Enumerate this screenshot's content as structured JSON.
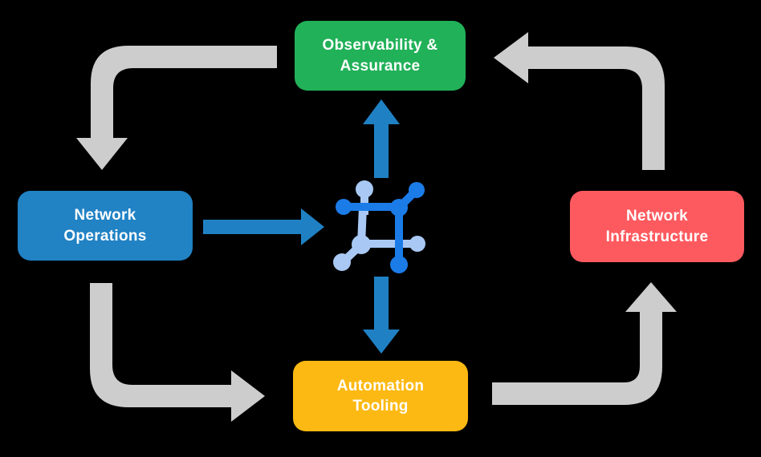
{
  "diagram": {
    "type": "cycle-flow-diagram",
    "nodes": {
      "observability": {
        "label": "Observability & Assurance",
        "lines": [
          "Observability &",
          "Assurance"
        ],
        "color": "#21b158"
      },
      "operations": {
        "label": "Network Operations",
        "lines": [
          "Network",
          "Operations"
        ],
        "color": "#2182c4"
      },
      "infrastructure": {
        "label": "Network Infrastructure",
        "lines": [
          "Network",
          "Infrastructure"
        ],
        "color": "#fd5a5f"
      },
      "automation": {
        "label": "Automation Tooling",
        "lines": [
          "Automation",
          "Tooling"
        ],
        "color": "#fdb913"
      }
    },
    "center_icon": "network-chip-icon",
    "flows": {
      "outer_cycle": [
        {
          "from": "Observability & Assurance",
          "to": "Network Operations"
        },
        {
          "from": "Network Operations",
          "to": "Automation Tooling"
        },
        {
          "from": "Automation Tooling",
          "to": "Network Infrastructure"
        },
        {
          "from": "Network Infrastructure",
          "to": "Observability & Assurance"
        }
      ],
      "center_links": [
        {
          "from": "Network Operations",
          "to": "center icon"
        },
        {
          "from": "center icon",
          "to": "Observability & Assurance"
        },
        {
          "from": "center icon",
          "to": "Automation Tooling"
        }
      ]
    },
    "colors": {
      "background": "#000000",
      "arrow_gray": "#cdcdcd",
      "arrow_blue": "#1f81c4",
      "icon_blue_dark": "#1b7ce8",
      "icon_blue_light": "#a9c9f4",
      "text": "#ffffff"
    }
  }
}
